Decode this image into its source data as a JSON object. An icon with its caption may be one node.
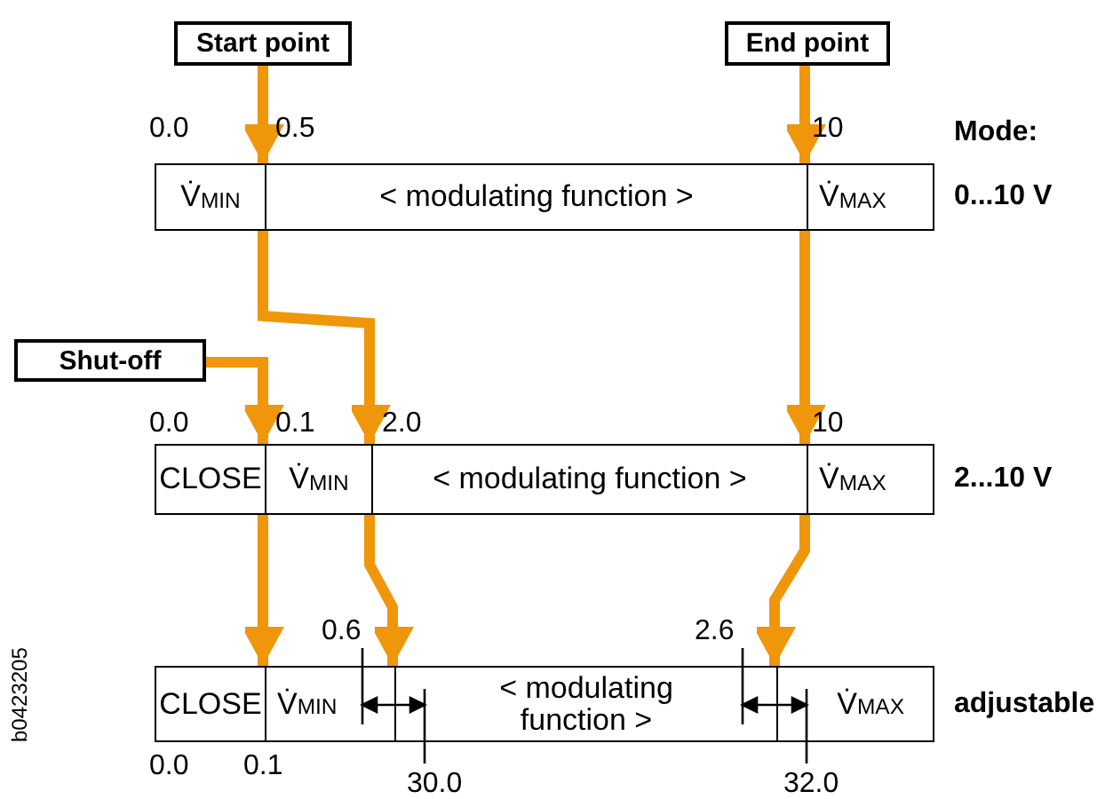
{
  "diagram": {
    "nodes": [
      {
        "text": [
          "Start point"
        ]
      },
      {
        "text": [
          "End point"
        ]
      },
      {
        "text": [
          "Shut-off"
        ]
      },
      {
        "text": [],
        "shape": "bar"
      },
      {
        "text": [
          "V̇$_{MIN}$"
        ],
        "in": 3
      },
      {
        "text": [
          "< modulating function >"
        ],
        "in": 3
      },
      {
        "text": [
          "V̇$_{MAX}$"
        ],
        "in": 3
      },
      {
        "text": [],
        "shape": "bar"
      },
      {
        "text": [
          "CLOSE"
        ],
        "in": 7
      },
      {
        "text": [
          "V̇$_{MIN}$"
        ],
        "in": 7
      },
      {
        "text": [
          "< modulating function >"
        ],
        "in": 7
      },
      {
        "text": [
          "V̇$_{MAX}$"
        ],
        "in": 7
      },
      {
        "text": [],
        "shape": "bar"
      },
      {
        "text": [
          "CLOSE"
        ],
        "in": 12
      },
      {
        "text": [
          "V̇$_{MIN}$"
        ],
        "in": 12
      },
      {
        "text": [
          "< modulating function >"
        ],
        "in": 12
      },
      {
        "text": [
          "V̇$_{MAX}$"
        ],
        "in": 12
      }
    ],
    "edges": [
      {
        "from": 0,
        "to": 3,
        "arrow": "to"
      },
      {
        "from": 1,
        "to": 3,
        "arrow": "to"
      },
      {
        "from": 3,
        "to": 7,
        "arrow": "to"
      },
      {
        "from": 3,
        "to": 7,
        "arrow": "to"
      },
      {
        "from": 2,
        "to": 7,
        "arrow": "to"
      },
      {
        "from": 7,
        "to": 12,
        "arrow": "to"
      },
      {
        "from": 7,
        "to": 12,
        "arrow": "to"
      },
      {
        "from": 7,
        "to": 12,
        "arrow": "to"
      }
    ],
    "labels": [
      "0.0",
      "0.5",
      "10",
      "Mode:",
      "0...10 V",
      "0.0",
      "0.1",
      "2.0",
      "10",
      "2...10 V",
      "0.6",
      "2.6",
      "adjustable",
      "0.0",
      "0.1",
      "30.0",
      "32.0",
      "b0423205"
    ]
  }
}
